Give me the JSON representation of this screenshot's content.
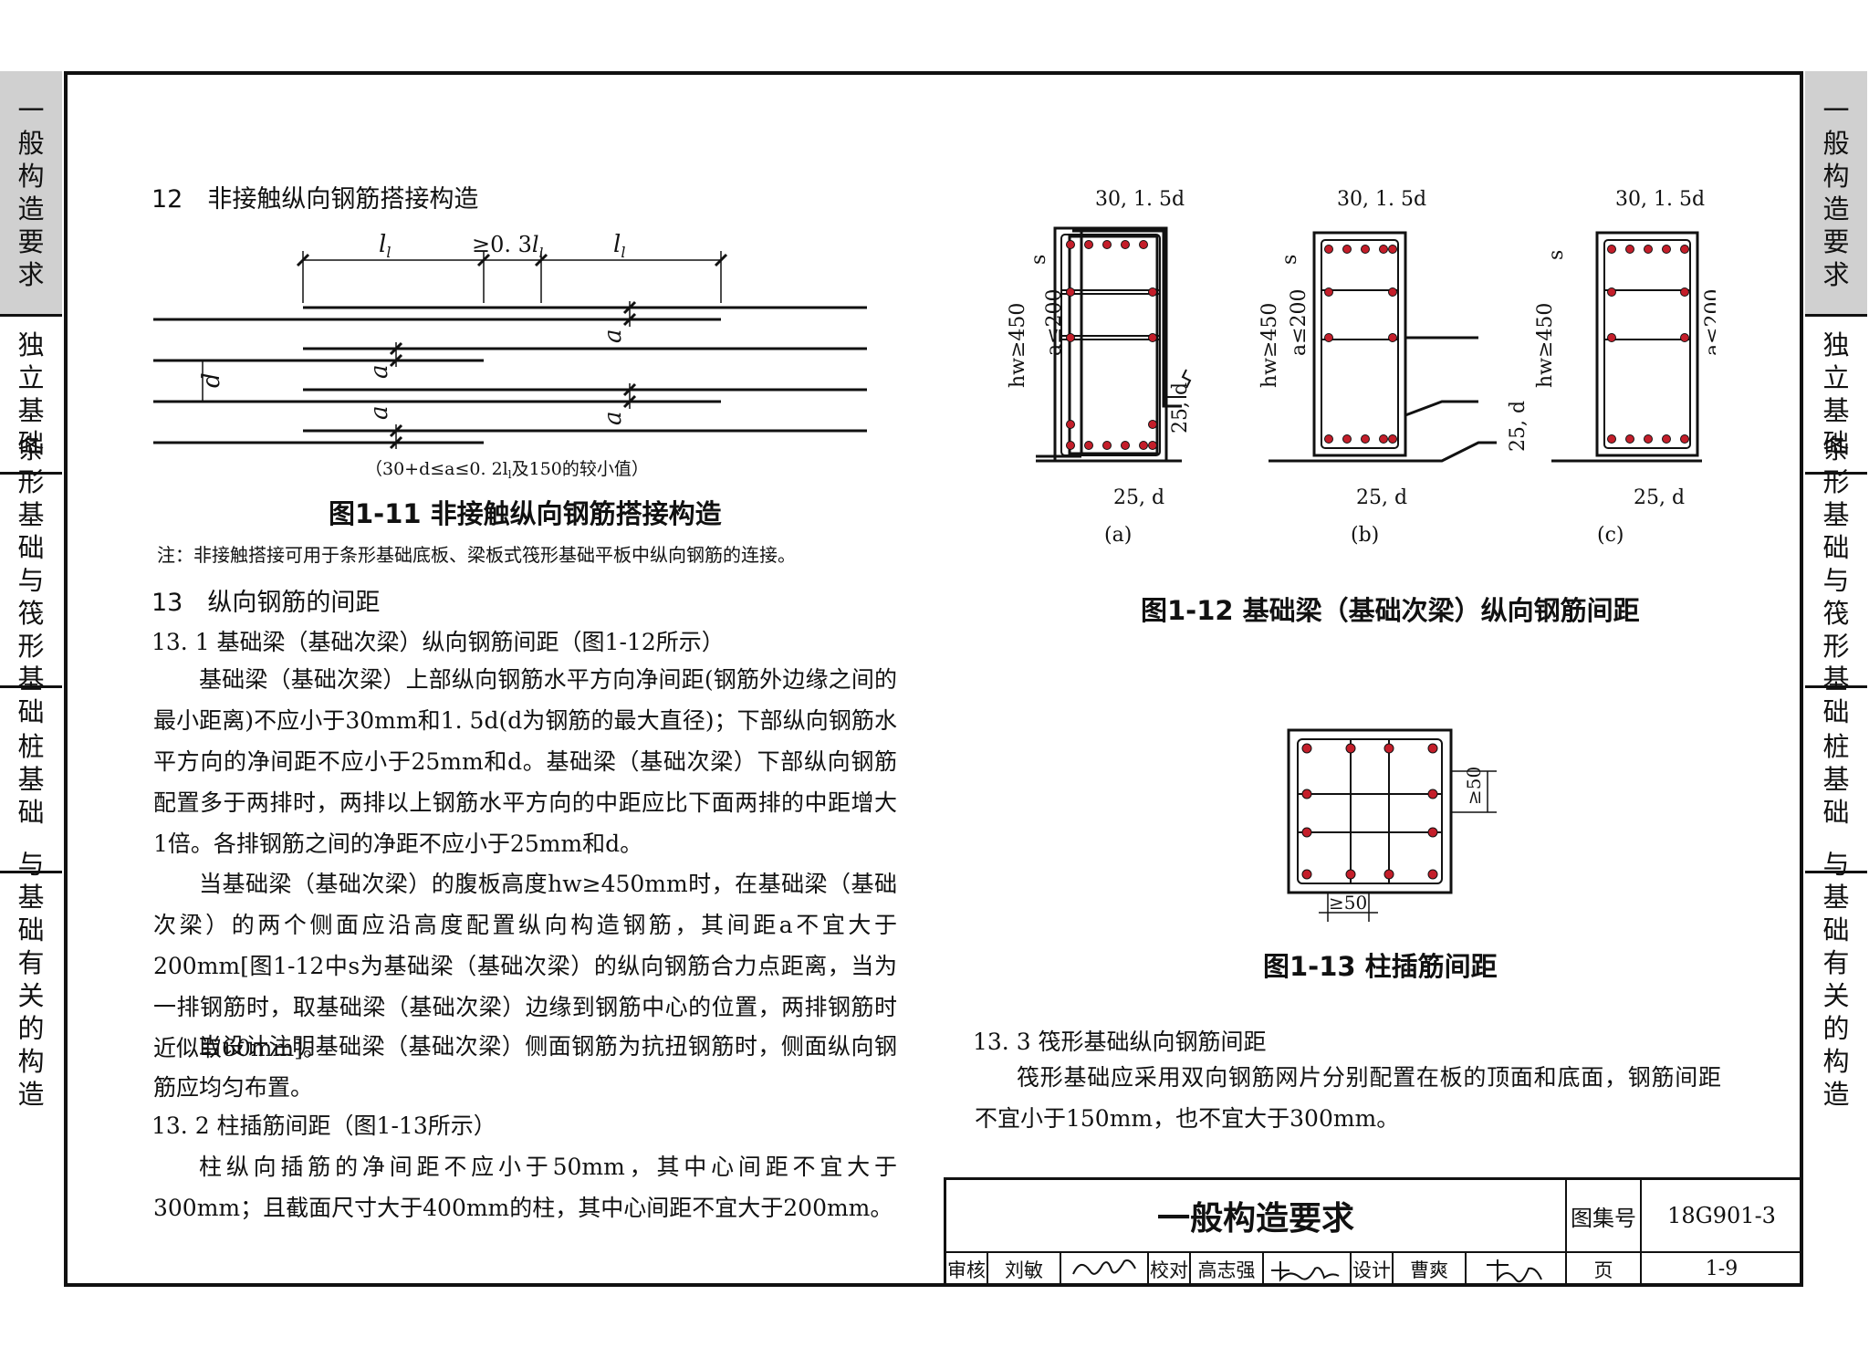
{
  "side_tabs": [
    {
      "label": "一般构造要求",
      "active": true
    },
    {
      "label": "独立基础",
      "active": false
    },
    {
      "label": "条形基础与筏形基础",
      "active": false
    },
    {
      "label": "桩基础",
      "active": false
    },
    {
      "label": "与基础有关的构造",
      "active": false
    }
  ],
  "section12": {
    "heading": "12　非接触纵向钢筋搭接构造",
    "figure_caption": "图1-11  非接触纵向钢筋搭接构造",
    "dims": {
      "ll": "l",
      "ll_sub": "l",
      "gap": "≥0. 3",
      "d": "d",
      "a": "a"
    },
    "range_note": "（30+d≤a≤0. 2l",
    "range_note_end": "及150的较小值）",
    "note": "注：非接触搭接可用于条形基础底板、梁板式筏形基础平板中纵向钢筋的连接。"
  },
  "section13": {
    "heading": "13　纵向钢筋的间距",
    "sub131": "13. 1  基础梁（基础次梁）纵向钢筋间距（图1-12所示）",
    "p1": "基础梁（基础次梁）上部纵向钢筋水平方向净间距(钢筋外边缘之间的最小距离)不应小于30mm和1. 5d(d为钢筋的最大直径)；下部纵向钢筋水平方向的净间距不应小于25mm和d。基础梁（基础次梁）下部纵向钢筋配置多于两排时，两排以上钢筋水平方向的中距应比下面两排的中距增大1倍。各排钢筋之间的净距不应小于25mm和d。",
    "p2": "当基础梁（基础次梁）的腹板高度hw≥450mm时，在基础梁（基础次梁）的两个侧面应沿高度配置纵向构造钢筋，其间距a不宜大于200mm[图1-12中s为基础梁（基础次梁）的纵向钢筋合力点距离，当为一排钢筋时，取基础梁（基础次梁）边缘到钢筋中心的位置，两排钢筋时近似取60mm]。",
    "p3": "当设计注明基础梁（基础次梁）侧面钢筋为抗扭钢筋时，侧面纵向钢筋应均匀布置。",
    "sub132": "13. 2  柱插筋间距（图1-13所示）",
    "p4": "柱纵向插筋的净间距不应小于50mm，其中心间距不宜大于300mm；且截面尺寸大于400mm的柱，其中心间距不宜大于200mm。"
  },
  "fig12": {
    "caption": "图1-12  基础梁（基础次梁）纵向钢筋间距",
    "top_dim": "30, 1. 5d",
    "bottom_dim": "25, d",
    "side_dim": "25, d",
    "hw": "hw≥450",
    "s": "s",
    "a": "a",
    "a200": "a≤200",
    "labels": [
      "(a)",
      "(b)",
      "(c)"
    ]
  },
  "fig13": {
    "caption": "图1-13  柱插筋间距",
    "dim": "≥50"
  },
  "section133": {
    "heading": "13. 3  筏形基础纵向钢筋间距",
    "p": "筏形基础应采用双向钢筋网片分别配置在板的顶面和底面，钢筋间距不宜小于150mm，也不宜大于300mm。"
  },
  "title_block": {
    "title": "一般构造要求",
    "atlas_label": "图集号",
    "atlas_no": "18G901-3",
    "review_label": "审核",
    "reviewer": "刘敏",
    "check_label": "校对",
    "checker": "高志强",
    "design_label": "设计",
    "designer": "曹爽",
    "page_label": "页",
    "page_no": "1-9"
  },
  "colors": {
    "rebar": "#c41e2a",
    "line": "#111111",
    "tab_active": "#d0d0d0"
  }
}
